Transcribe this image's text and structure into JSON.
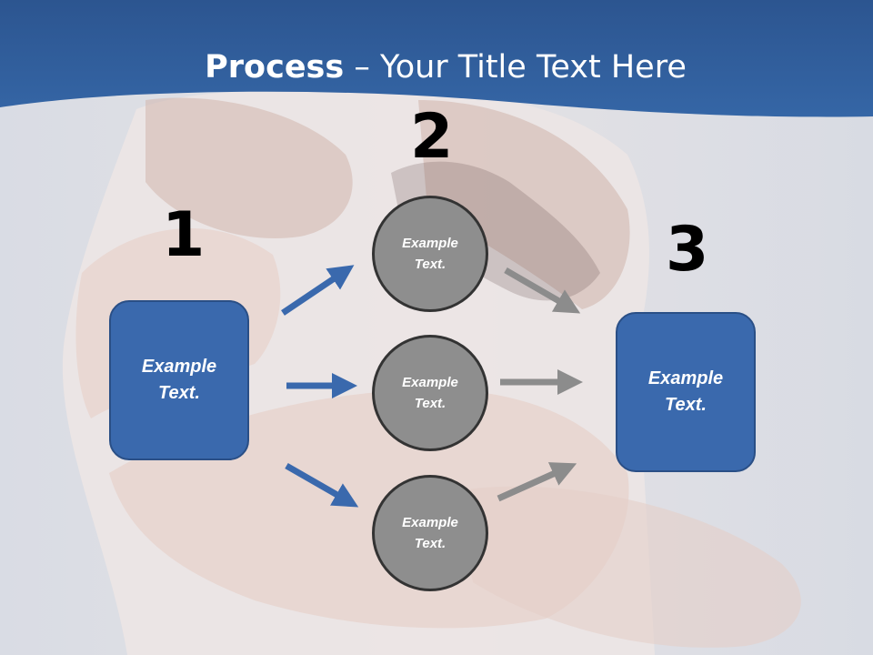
{
  "slide": {
    "title_bold": "Process",
    "title_rest": " – Your Title Text Here"
  },
  "steps": {
    "step1": {
      "number": "1",
      "text": "Example Text."
    },
    "step2": {
      "number": "2",
      "items": [
        {
          "text": "Example Text."
        },
        {
          "text": "Example Text."
        },
        {
          "text": "Example Text."
        }
      ]
    },
    "step3": {
      "number": "3",
      "text": "Example Text."
    }
  },
  "colors": {
    "header_blue": "#2f5f9e",
    "box_blue": "#3a69ad",
    "arrow_blue": "#3a69ad",
    "arrow_gray": "#8c8c8c",
    "circle_gray": "#8e8e8e"
  },
  "icons": {
    "arrows_in": "arrow-right-icon",
    "arrows_out": "arrow-right-icon"
  }
}
